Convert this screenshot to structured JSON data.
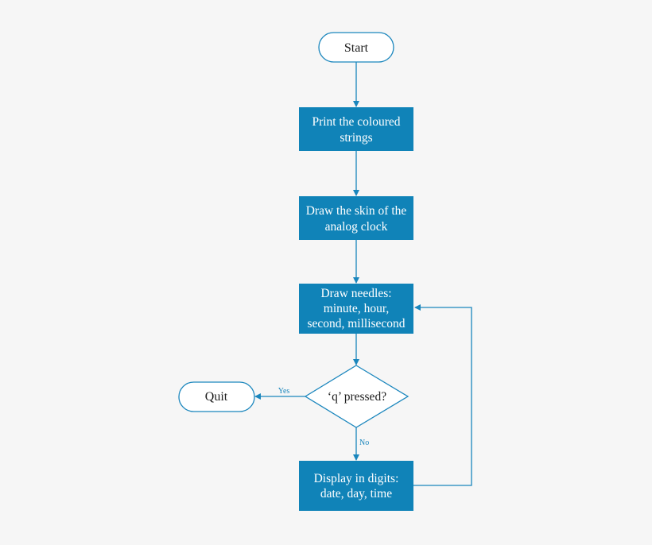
{
  "colors": {
    "background": "#f6f6f6",
    "process_fill": "#1083b8",
    "stroke": "#1a86bd",
    "terminal_fill": "#ffffff",
    "process_text": "#ffffff",
    "terminal_text": "#1b1b1b",
    "edge_label_text": "#1a86bd"
  },
  "nodes": {
    "start": {
      "shape": "terminal",
      "lines": [
        "Start"
      ]
    },
    "print_strings": {
      "shape": "process",
      "lines": [
        "Print the coloured",
        "strings"
      ]
    },
    "draw_skin": {
      "shape": "process",
      "lines": [
        "Draw the skin of the",
        "analog clock"
      ]
    },
    "draw_needles": {
      "shape": "process",
      "lines": [
        "Draw needles:",
        "minute, hour,",
        "second, millisecond"
      ]
    },
    "q_pressed": {
      "shape": "decision",
      "lines": [
        "‘q’ pressed?"
      ]
    },
    "quit": {
      "shape": "terminal",
      "lines": [
        "Quit"
      ]
    },
    "display_digits": {
      "shape": "process",
      "lines": [
        "Display in digits:",
        "date, day, time"
      ]
    }
  },
  "edges": {
    "yes_label": "Yes",
    "no_label": "No"
  }
}
